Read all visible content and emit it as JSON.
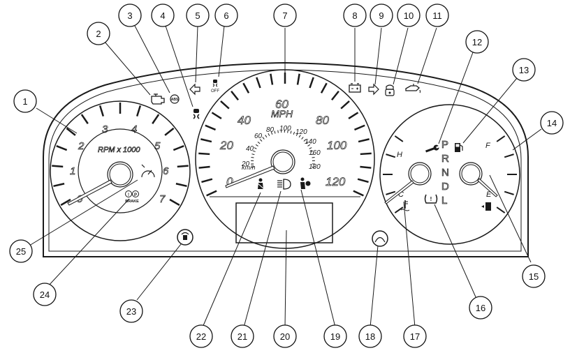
{
  "tachometer": {
    "ticks": [
      "0",
      "1",
      "2",
      "3",
      "4",
      "5",
      "6",
      "7"
    ],
    "label": "RPM x 1000",
    "brake_label": "BRAKE",
    "brake_symbol": "(!)(P)"
  },
  "speedometer": {
    "mph_ticks": [
      "0",
      "20",
      "40",
      "60",
      "80",
      "100",
      "120"
    ],
    "mph_label": "MPH",
    "kmh_ticks": [
      "20",
      "40",
      "60",
      "80",
      "100",
      "120",
      "140",
      "160",
      "180"
    ],
    "kmh_label": "km/h"
  },
  "fuel_temp": {
    "temp_high": "H",
    "temp_cold": "C",
    "fuel_full": "F",
    "fuel_empty": "E"
  },
  "gear_selector": [
    "P",
    "R",
    "N",
    "D",
    "L"
  ],
  "off_label": "OFF",
  "callouts": [
    "1",
    "2",
    "3",
    "4",
    "5",
    "6",
    "7",
    "8",
    "9",
    "10",
    "11",
    "12",
    "13",
    "14",
    "15",
    "16",
    "17",
    "18",
    "19",
    "20",
    "21",
    "22",
    "23",
    "24",
    "25"
  ],
  "colors": {
    "line": "#1a1a1a",
    "background": "#ffffff"
  }
}
